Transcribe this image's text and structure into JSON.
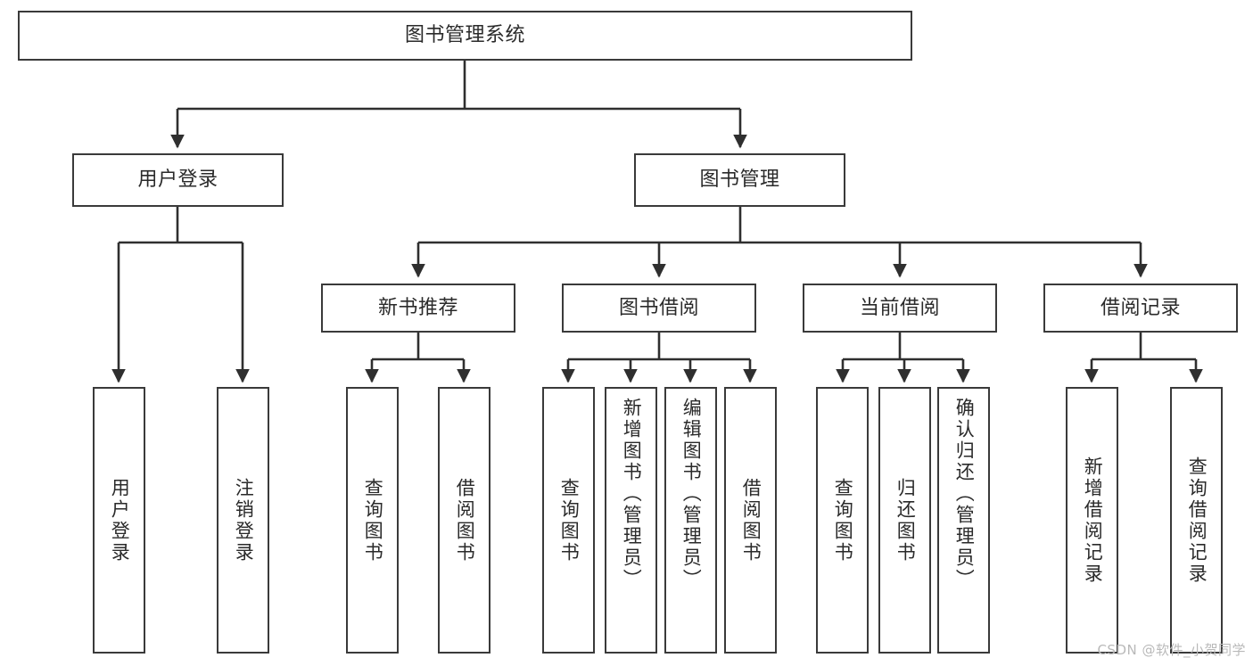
{
  "diagram": {
    "title": "图书管理系统",
    "type": "tree-hierarchy-chart",
    "root": {
      "label": "图书管理系统"
    },
    "level2": [
      {
        "label": "用户登录"
      },
      {
        "label": "图书管理"
      }
    ],
    "level3": [
      {
        "label": "新书推荐"
      },
      {
        "label": "图书借阅"
      },
      {
        "label": "当前借阅"
      },
      {
        "label": "借阅记录"
      }
    ],
    "leaves": {
      "user_login": [
        {
          "label": "用户登录"
        },
        {
          "label": "注销登录"
        }
      ],
      "new_book_recommend": [
        {
          "label": "查询图书"
        },
        {
          "label": "借阅图书"
        }
      ],
      "book_borrow": [
        {
          "label": "查询图书"
        },
        {
          "label": "新增图书（管理员）"
        },
        {
          "label": "编辑图书（管理员）"
        },
        {
          "label": "借阅图书"
        }
      ],
      "current_borrow": [
        {
          "label": "查询图书"
        },
        {
          "label": "归还图书"
        },
        {
          "label": "确认归还（管理员）"
        }
      ],
      "borrow_record": [
        {
          "label": "新增借阅记录"
        },
        {
          "label": "查询借阅记录"
        }
      ]
    }
  },
  "watermark": {
    "text": "CSDN @软件_小贺同学"
  },
  "colors": {
    "border": "#3a3a3a",
    "text": "#2a2a2a",
    "connector": "#2f2f2f",
    "background": "#ffffff",
    "watermark": "#b9b9b9"
  }
}
